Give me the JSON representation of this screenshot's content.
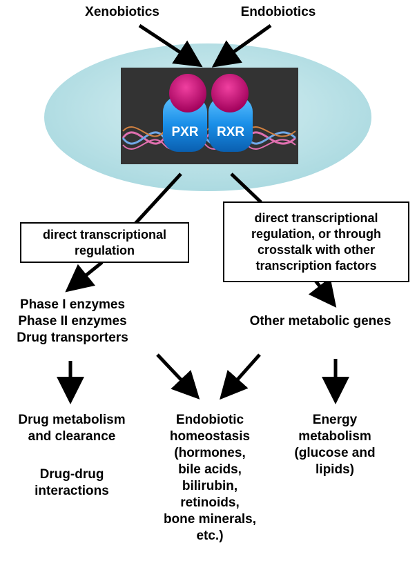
{
  "inputs": {
    "xenobiotics": "Xenobiotics",
    "endobiotics": "Endobiotics"
  },
  "receptors": {
    "pxr": "PXR",
    "rxr": "RXR"
  },
  "boxes": {
    "left": "direct transcriptional\nregulation",
    "right": "direct transcriptional\nregulation, or through\ncrosstalk with other\ntranscription factors"
  },
  "targets": {
    "left": "Phase I enzymes\nPhase II enzymes\nDrug transporters",
    "right": "Other metabolic genes"
  },
  "outcomes": {
    "drug_metabolism": "Drug metabolism\nand clearance",
    "drug_interactions": "Drug-drug\ninteractions",
    "endobiotic": "Endobiotic\nhomeostasis\n(hormones,\nbile acids,\nbilirubin,\nretinoids,\nbone minerals,\netc.)",
    "energy": "Energy\nmetabolism\n(glucose and\nlipids)"
  },
  "colors": {
    "cell_fill": "#b8e0e6",
    "panel_bg": "#333333",
    "cap_color": "#c4006a",
    "receptor_color": "#1a8fe8",
    "dna_pink": "#e070b0",
    "dna_blue": "#6fa8e8",
    "dna_orange": "#d08040"
  }
}
